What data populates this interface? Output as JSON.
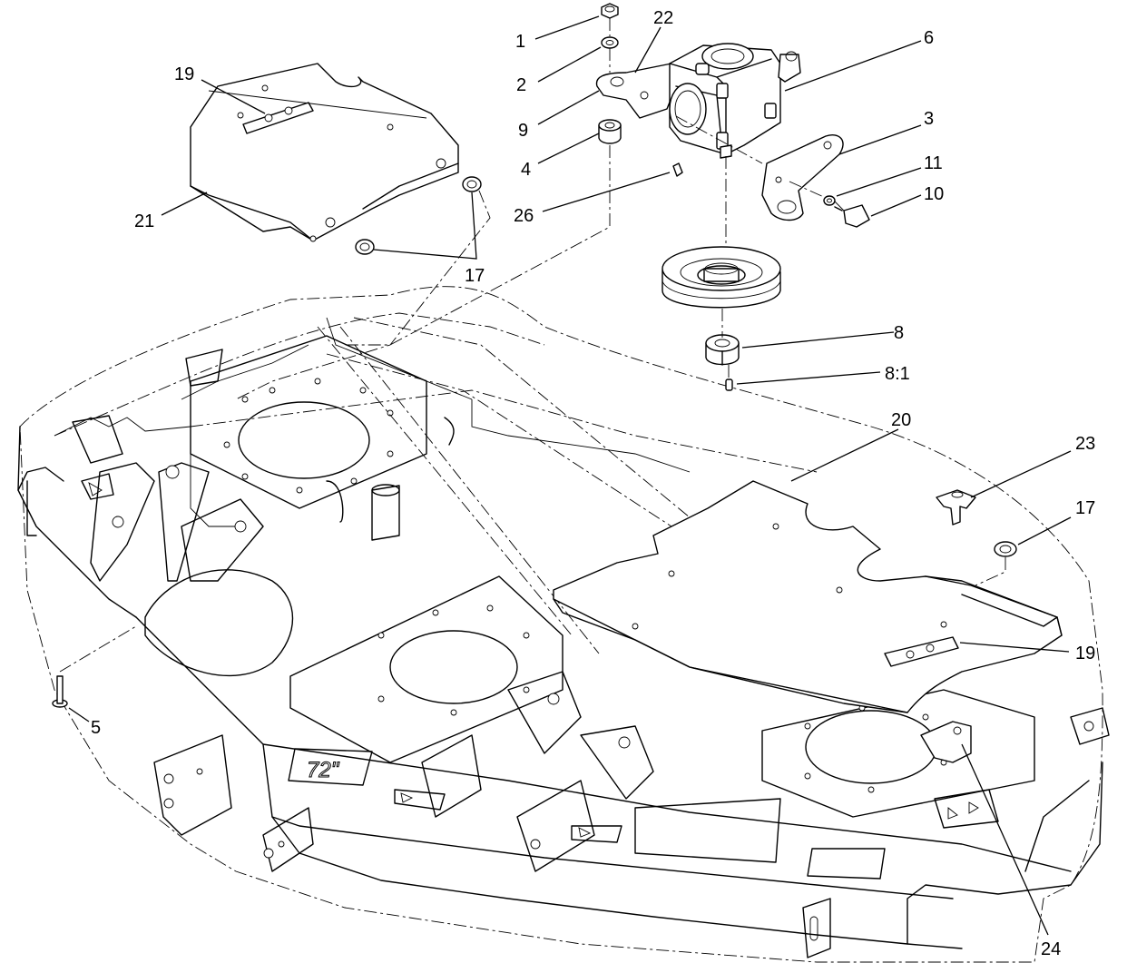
{
  "diagram": {
    "deck_marking": "72\"",
    "callouts": [
      {
        "id": "c1",
        "label": "1"
      },
      {
        "id": "c2",
        "label": "2"
      },
      {
        "id": "c22",
        "label": "22"
      },
      {
        "id": "c6",
        "label": "6"
      },
      {
        "id": "c9",
        "label": "9"
      },
      {
        "id": "c4",
        "label": "4"
      },
      {
        "id": "c3",
        "label": "3"
      },
      {
        "id": "c11",
        "label": "11"
      },
      {
        "id": "c10",
        "label": "10"
      },
      {
        "id": "c26",
        "label": "26"
      },
      {
        "id": "c19a",
        "label": "19"
      },
      {
        "id": "c21",
        "label": "21"
      },
      {
        "id": "c17a",
        "label": "17"
      },
      {
        "id": "c8",
        "label": "8"
      },
      {
        "id": "c8_1",
        "label": "8:1"
      },
      {
        "id": "c20",
        "label": "20"
      },
      {
        "id": "c23",
        "label": "23"
      },
      {
        "id": "c17b",
        "label": "17"
      },
      {
        "id": "c19b",
        "label": "19"
      },
      {
        "id": "c5",
        "label": "5"
      },
      {
        "id": "c24",
        "label": "24"
      }
    ]
  }
}
